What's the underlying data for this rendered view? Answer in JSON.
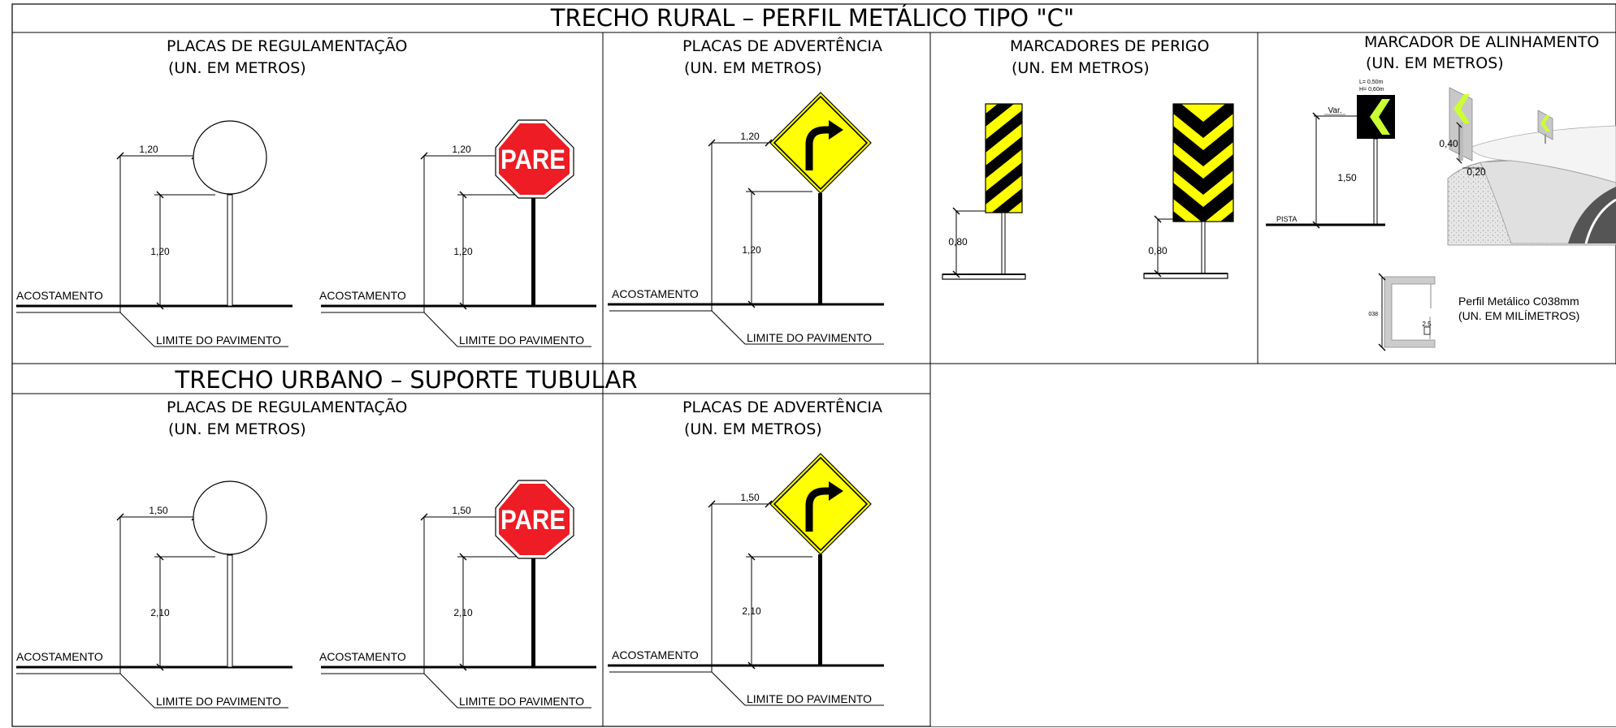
{
  "rural": {
    "title": "TRECHO RURAL – PERFIL METÁLICO TIPO \"C\"",
    "regulamentacao": {
      "heading": "PLACAS DE REGULAMENTAÇÃO",
      "units": "(UN. EM METROS)",
      "circle": {
        "offset": "1,20",
        "height": "1,20",
        "shoulder": "ACOSTAMENTO",
        "limit": "LIMITE DO PAVIMENTO"
      },
      "stop": {
        "sign_text": "PARE",
        "offset": "1,20",
        "height": "1,20",
        "shoulder": "ACOSTAMENTO",
        "limit": "LIMITE DO PAVIMENTO"
      }
    },
    "advertencia": {
      "heading": "PLACAS DE ADVERTÊNCIA",
      "units": "(UN. EM METROS)",
      "offset": "1,20",
      "height": "1,20",
      "shoulder": "ACOSTAMENTO",
      "limit": "LIMITE DO PAVIMENTO"
    },
    "perigo": {
      "heading": "MARCADORES DE PERIGO",
      "units": "(UN. EM METROS)",
      "left_height": "0,80",
      "right_height": "0,80"
    },
    "alinhamento": {
      "heading": "MARCADOR DE ALINHAMENTO",
      "units": "(UN. EM METROS)",
      "sign_size_l": "L= 0,50m",
      "sign_size_h": "H= 0,60m",
      "var_label": "Var.",
      "height": "1,50",
      "road_label": "PISTA",
      "panel_height": "0,40",
      "panel_offset": "0,20",
      "profile_title": "Perfil Metálico C038mm",
      "profile_units": "(UN. EM MILÍMETROS)",
      "profile_dim": "038",
      "profile_thickness": "2,5"
    }
  },
  "urbano": {
    "title": "TRECHO URBANO – SUPORTE TUBULAR",
    "regulamentacao": {
      "heading": "PLACAS DE REGULAMENTAÇÃO",
      "units": "(UN. EM METROS)",
      "circle": {
        "offset": "1,50",
        "height": "2,10",
        "shoulder": "ACOSTAMENTO",
        "limit": "LIMITE DO PAVIMENTO"
      },
      "stop": {
        "sign_text": "PARE",
        "offset": "1,50",
        "height": "2,10",
        "shoulder": "ACOSTAMENTO",
        "limit": "LIMITE DO PAVIMENTO"
      }
    },
    "advertencia": {
      "heading": "PLACAS DE ADVERTÊNCIA",
      "units": "(UN. EM METROS)",
      "offset": "1,50",
      "height": "2,10",
      "shoulder": "ACOSTAMENTO",
      "limit": "LIMITE DO PAVIMENTO"
    }
  },
  "colors": {
    "stop_red": "#ee1c24",
    "warning_yellow": "#ffff00",
    "chevron_green": "#ccff33",
    "black": "#000000"
  }
}
